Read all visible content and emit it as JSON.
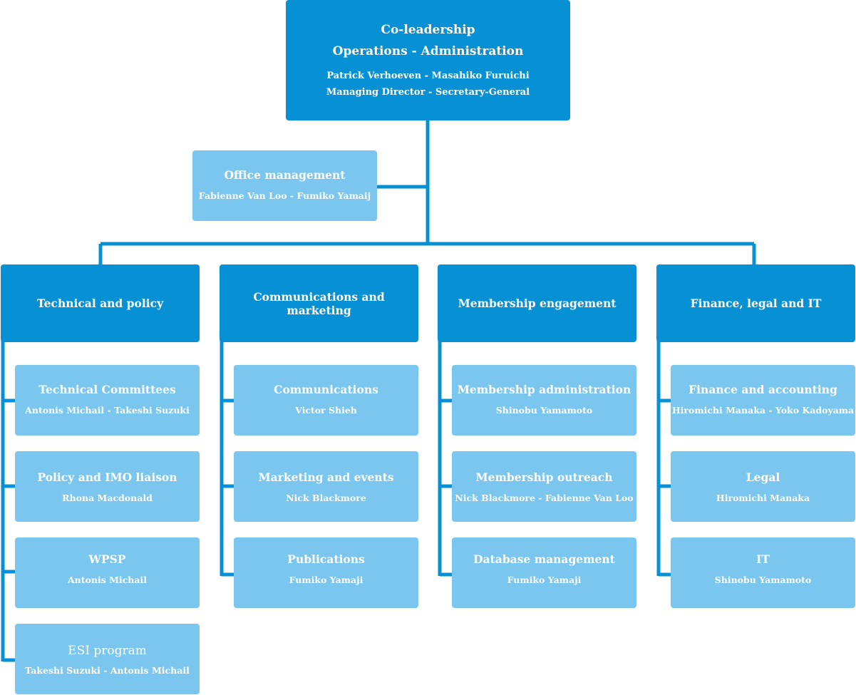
{
  "root": {
    "title_line1": "Co-leadership",
    "title_line2": "Operations - Administration",
    "names": "Patrick Verhoeven - Masahiko Furuichi",
    "roles": "Managing Director - Secretary-General"
  },
  "office": {
    "title": "Office management",
    "people": "Fabienne Van Loo - Fumiko Yamaij"
  },
  "departments": [
    {
      "title": "Technical and policy",
      "units": [
        {
          "title": "Technical Committees",
          "people": "Antonis Michail - Takeshi Suzuki"
        },
        {
          "title": "Policy and IMO liaison",
          "people": "Rhona Macdonald"
        },
        {
          "title": "WPSP",
          "people": "Antonis Michail"
        },
        {
          "title": "ESI program",
          "people": "Takeshi Suzuki - Antonis Michail"
        }
      ]
    },
    {
      "title": "Communications and marketing",
      "units": [
        {
          "title": "Communications",
          "people": "Victor Shieh"
        },
        {
          "title": "Marketing and events",
          "people": "Nick Blackmore"
        },
        {
          "title": "Publications",
          "people": "Fumiko Yamaji"
        }
      ]
    },
    {
      "title": "Membership engagement",
      "units": [
        {
          "title": "Membership administration",
          "people": "Shinobu Yamamoto"
        },
        {
          "title": "Membership outreach",
          "people": "Nick Blackmore - Fabienne Van Loo"
        },
        {
          "title": "Database management",
          "people": "Fumiko Yamaji"
        }
      ]
    },
    {
      "title": "Finance, legal and IT",
      "units": [
        {
          "title": "Finance and accounting",
          "people": "Hiromichi Manaka - Yoko Kadoyama"
        },
        {
          "title": "Legal",
          "people": "Hiromichi Manaka"
        },
        {
          "title": "IT",
          "people": "Shinobu Yamamoto"
        }
      ]
    }
  ],
  "colors": {
    "dark_blue": "#0890d5",
    "light_blue": "#7ac6ee",
    "text": "#ffffff"
  }
}
